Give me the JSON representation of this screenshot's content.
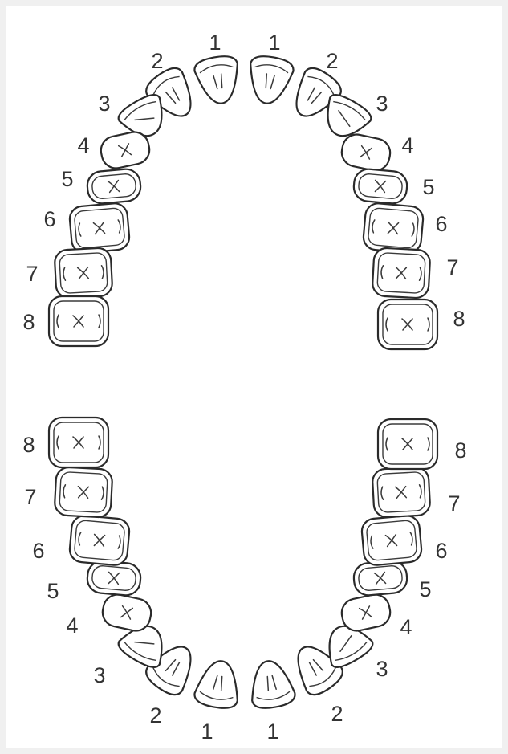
{
  "colors": {
    "stroke": "#2a2a2a",
    "fill": "#ffffff",
    "label": "#333333",
    "background": "#f0f0f0"
  },
  "upper_arch": {
    "right_side": [
      "1",
      "2",
      "3",
      "4",
      "5",
      "6",
      "7",
      "8"
    ],
    "left_side": [
      "1",
      "2",
      "3",
      "4",
      "5",
      "6",
      "7",
      "8"
    ]
  },
  "lower_arch": {
    "right_side": [
      "1",
      "2",
      "3",
      "4",
      "5",
      "6",
      "7",
      "8"
    ],
    "left_side": [
      "1",
      "2",
      "3",
      "4",
      "5",
      "6",
      "7",
      "8"
    ]
  }
}
